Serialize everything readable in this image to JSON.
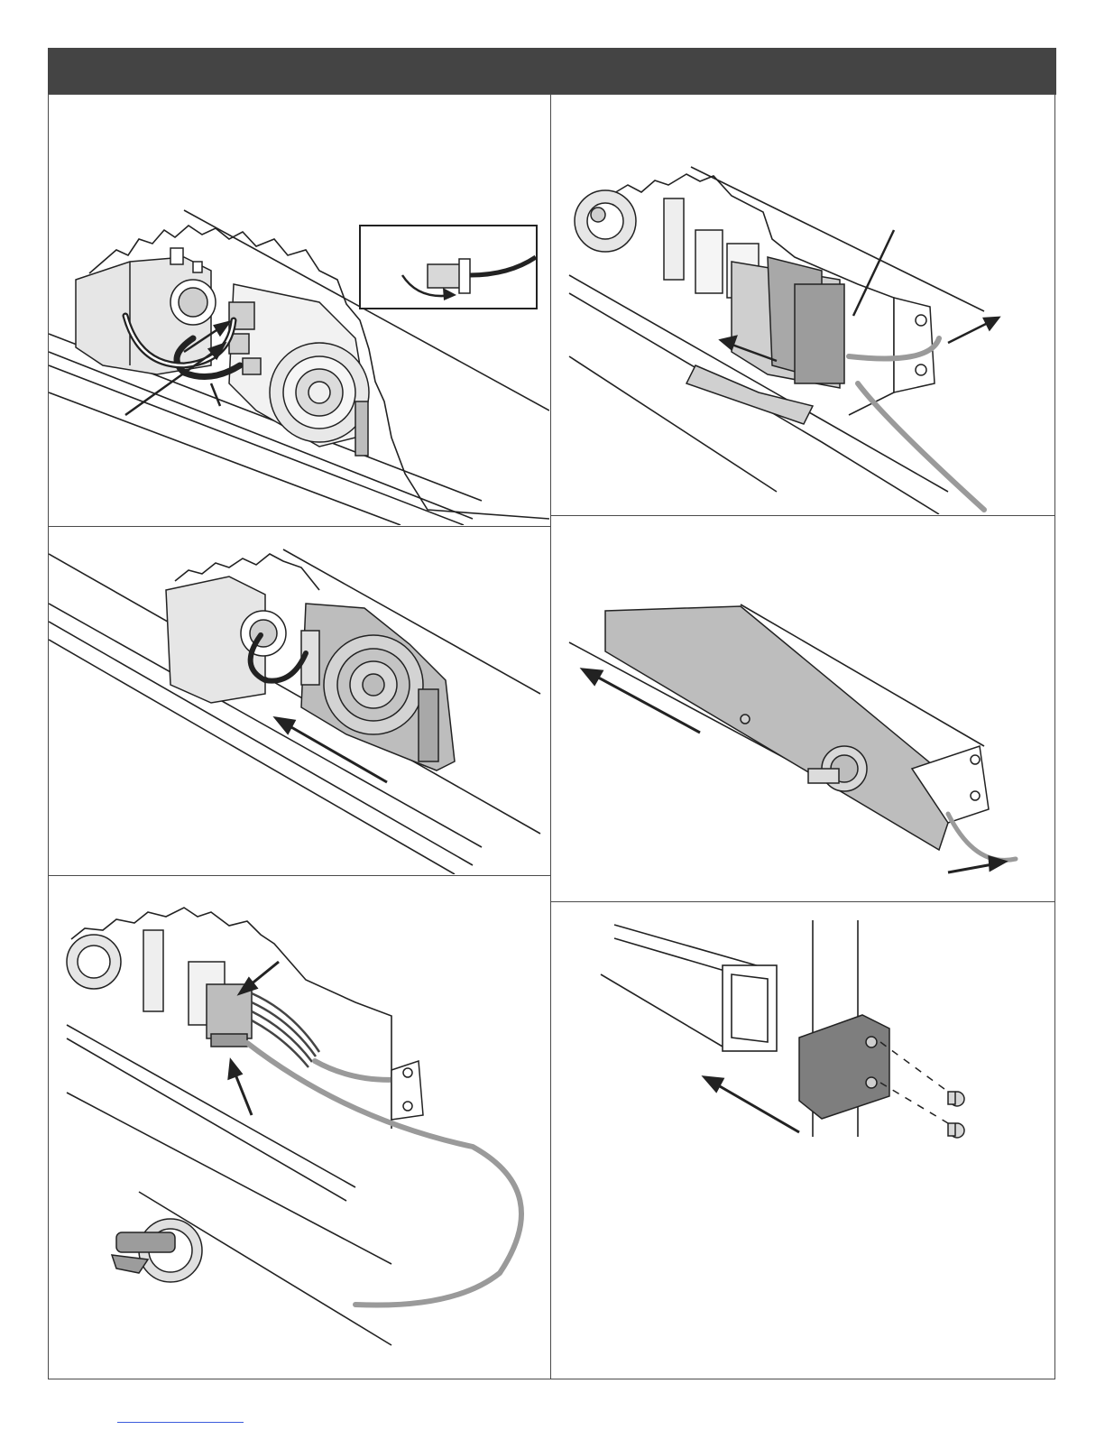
{
  "header": {
    "title": ""
  },
  "panels": [
    {
      "id": "panel-1",
      "caption": ""
    },
    {
      "id": "panel-2",
      "caption": ""
    },
    {
      "id": "panel-3",
      "caption": ""
    },
    {
      "id": "panel-4",
      "caption": ""
    },
    {
      "id": "panel-5",
      "caption": ""
    },
    {
      "id": "panel-6",
      "caption": ""
    }
  ],
  "colors": {
    "header": "#444444",
    "line": "#222222",
    "fill_gray": "#bdbdbd",
    "fill_light": "#e6e6e6",
    "cable_gray": "#9a9a9a"
  }
}
